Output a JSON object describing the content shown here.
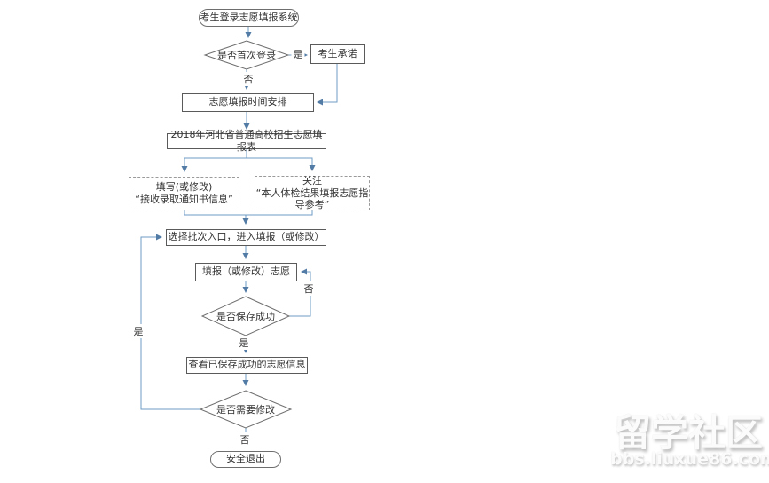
{
  "page": {
    "background": "#ffffff"
  },
  "colors": {
    "connector": "#6f9bc4",
    "arrowhead": "#527ba6",
    "box_border": "#5a5a5a",
    "dashed_border": "#9a9a9a",
    "text": "#333333",
    "watermark": "#fbfbfb"
  },
  "flowchart": {
    "nodes": {
      "start": {
        "label": "考生登录志愿填报系统"
      },
      "first_login": {
        "label": "是否首次登录"
      },
      "promise": {
        "label": "考生承诺"
      },
      "schedule": {
        "label": "志愿填报时间安排"
      },
      "form_2018": {
        "label": "2018年河北省普通高校招生志愿填报表"
      },
      "fill_notice": {
        "line1": "填写(或修改)",
        "line2": "“接收录取通知书信息”"
      },
      "attention": {
        "line1": "关注",
        "line2": "“本人体检结果填报志愿指",
        "line3": "导参考”"
      },
      "select_batch": {
        "label": "选择批次入口，进入填报（或修改）"
      },
      "fill_volunteer": {
        "label": "填报（或修改）志愿"
      },
      "save_success": {
        "label": "是否保存成功"
      },
      "view_saved": {
        "label": "查看已保存成功的志愿信息"
      },
      "need_modify": {
        "label": "是否需要修改"
      },
      "exit": {
        "label": "安全退出"
      }
    },
    "edge_labels": {
      "first_login_yes": "是",
      "first_login_no": "否",
      "save_retry_no": "否",
      "save_yes": "是",
      "modify_yes": "是",
      "modify_no": "否"
    }
  },
  "watermark": {
    "site_name": "留学社区",
    "site_url": "bbs.liuxue86.com"
  }
}
